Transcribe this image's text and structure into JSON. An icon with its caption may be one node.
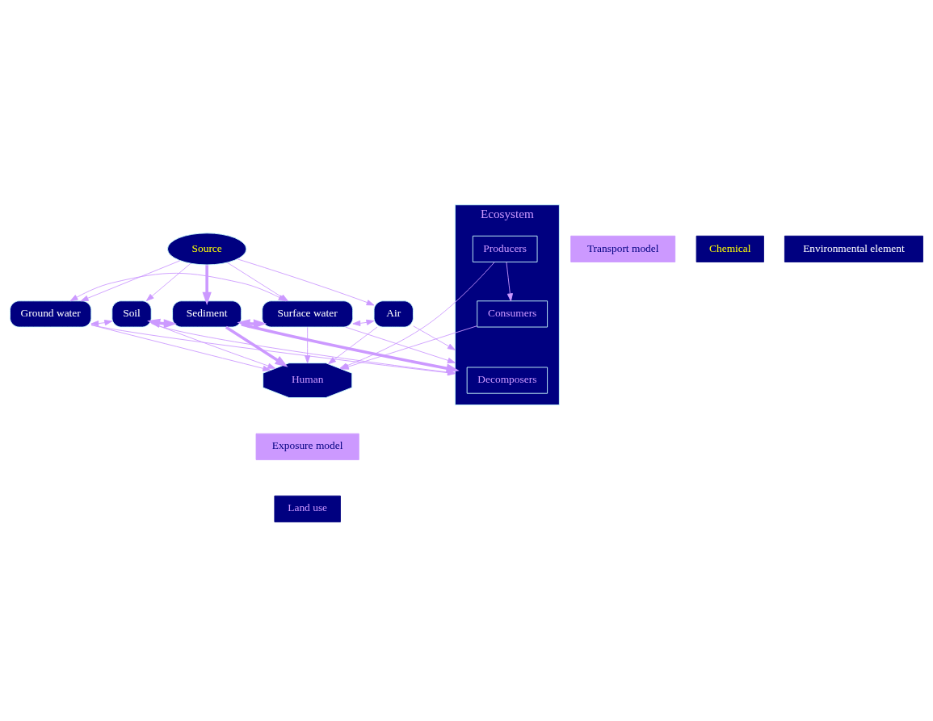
{
  "diagram": {
    "nodes": [
      {
        "text": [
          "Source"
        ]
      },
      {
        "text": [
          "Transport model"
        ]
      },
      {
        "text": [
          "Chemical"
        ]
      },
      {
        "text": [
          "Ground water"
        ]
      },
      {
        "text": [
          "Soil"
        ]
      },
      {
        "text": [
          "Sediment"
        ]
      },
      {
        "text": [
          "Surface water"
        ]
      },
      {
        "text": [
          "Air"
        ]
      },
      {
        "text": [
          "Environmental element"
        ]
      },
      {
        "text": [
          "Human"
        ]
      },
      {
        "text": [
          "Ecosystem"
        ]
      },
      {
        "text": [
          "Decomposers"
        ],
        "in": 10
      },
      {
        "text": [
          "Producers"
        ],
        "in": 10
      },
      {
        "text": [
          "Consumers"
        ],
        "in": 10
      },
      {
        "text": [
          "Exposure model"
        ]
      },
      {
        "text": [
          "Land use"
        ]
      }
    ],
    "edges": [
      {
        "from": 0,
        "to": 3,
        "arrow": "to"
      },
      {
        "from": 0,
        "to": 4,
        "arrow": "to"
      },
      {
        "from": 0,
        "to": 5,
        "arrow": "to",
        "style": "thick"
      },
      {
        "from": 0,
        "to": 6,
        "arrow": "to"
      },
      {
        "from": 0,
        "to": 7,
        "arrow": "to"
      },
      {
        "from": 3,
        "to": 4,
        "arrow": "both"
      },
      {
        "from": 4,
        "to": 5,
        "arrow": "both",
        "style": "thick"
      },
      {
        "from": 5,
        "to": 6,
        "arrow": "both",
        "style": "thick"
      },
      {
        "from": 6,
        "to": 7,
        "arrow": "both"
      },
      {
        "from": 3,
        "to": 6,
        "arrow": "both"
      },
      {
        "from": 3,
        "to": 9,
        "arrow": "to"
      },
      {
        "from": 3,
        "to": 10,
        "arrow": "to"
      },
      {
        "from": 4,
        "to": 9,
        "arrow": "to"
      },
      {
        "from": 4,
        "to": 10,
        "arrow": "to"
      },
      {
        "from": 5,
        "to": 9,
        "arrow": "to",
        "style": "thick"
      },
      {
        "from": 5,
        "to": 10,
        "arrow": "to",
        "style": "thick"
      },
      {
        "from": 6,
        "to": 9,
        "arrow": "to"
      },
      {
        "from": 6,
        "to": 10,
        "arrow": "to"
      },
      {
        "from": 7,
        "to": 9,
        "arrow": "to"
      },
      {
        "from": 7,
        "to": 10,
        "arrow": "to"
      },
      {
        "from": 12,
        "to": 9,
        "arrow": "to"
      },
      {
        "from": 13,
        "to": 9,
        "arrow": "to"
      },
      {
        "from": 12,
        "to": 13,
        "arrow": "to"
      }
    ]
  }
}
